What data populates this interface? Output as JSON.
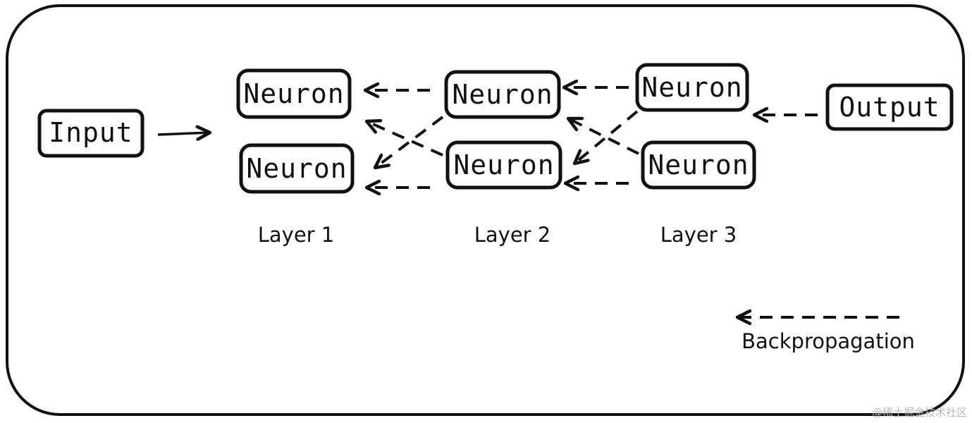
{
  "diagram": {
    "input": "Input",
    "output": "Output",
    "neuron": "Neuron",
    "layers": [
      "Layer 1",
      "Layer 2",
      "Layer 3"
    ],
    "legend": "Backpropagation",
    "watermark": "@稀土掘金技术社区"
  }
}
